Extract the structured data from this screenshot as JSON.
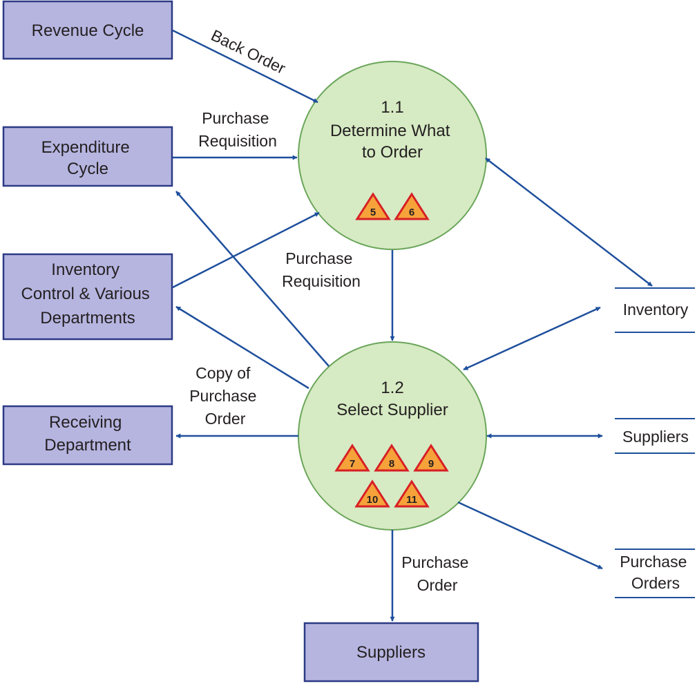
{
  "colors": {
    "entity_fill": "#b6b5e0",
    "entity_stroke": "#2b3a84",
    "process_fill": "#d6eac3",
    "process_stroke": "#6aa55a",
    "arrow": "#1e4f9c",
    "store_line": "#1e4f9c",
    "triangle_fill": "#f6a23a",
    "triangle_stroke": "#d71f26",
    "text": "#231f20"
  },
  "entities": {
    "revenue_cycle": [
      "Revenue Cycle"
    ],
    "expenditure_cycle": [
      "Expenditure",
      "Cycle"
    ],
    "inventory_control": [
      "Inventory",
      "Control & Various",
      "Departments"
    ],
    "receiving_department": [
      "Receiving",
      "Department"
    ],
    "suppliers": [
      "Suppliers"
    ]
  },
  "processes": {
    "p11": {
      "number": "1.1",
      "name": [
        "Determine What",
        "to Order"
      ],
      "threats": [
        "5",
        "6"
      ]
    },
    "p12": {
      "number": "1.2",
      "name": [
        "Select Supplier"
      ],
      "threats": [
        "7",
        "8",
        "9",
        "10",
        "11"
      ]
    }
  },
  "stores": {
    "inventory": [
      "Inventory"
    ],
    "suppliers": [
      "Suppliers"
    ],
    "purchase_orders": [
      "Purchase",
      "Orders"
    ]
  },
  "flows": {
    "back_order": [
      "Back Order"
    ],
    "purchase_requisition_1": [
      "Purchase",
      "Requisition"
    ],
    "purchase_requisition_2": [
      "Purchase",
      "Requisition"
    ],
    "copy_of_po": [
      "Copy of",
      "Purchase",
      "Order"
    ],
    "purchase_order": [
      "Purchase",
      "Order"
    ]
  }
}
